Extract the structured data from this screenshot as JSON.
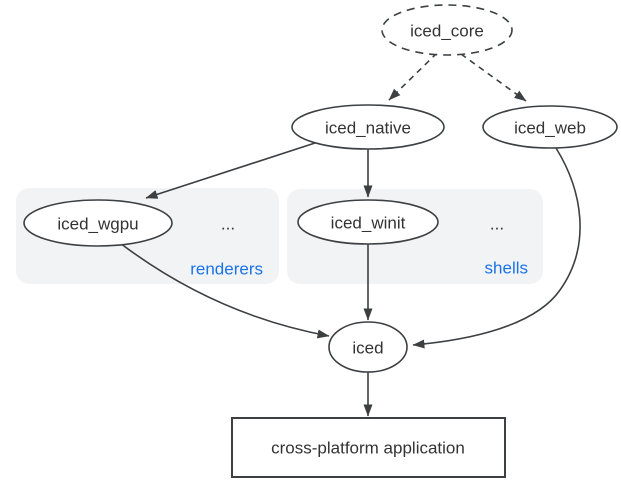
{
  "diagram": {
    "nodes": {
      "iced_core": {
        "label": "iced_core",
        "shape": "ellipse",
        "border": "dashed"
      },
      "iced_native": {
        "label": "iced_native",
        "shape": "ellipse",
        "border": "solid"
      },
      "iced_web": {
        "label": "iced_web",
        "shape": "ellipse",
        "border": "solid"
      },
      "iced_wgpu": {
        "label": "iced_wgpu",
        "shape": "ellipse",
        "border": "solid",
        "group": "renderers"
      },
      "iced_winit": {
        "label": "iced_winit",
        "shape": "ellipse",
        "border": "solid",
        "group": "shells"
      },
      "iced": {
        "label": "iced",
        "shape": "ellipse",
        "border": "solid"
      },
      "app": {
        "label": "cross-platform application",
        "shape": "rectangle",
        "border": "solid"
      }
    },
    "groups": {
      "renderers": {
        "label": "renderers",
        "ellipsis": "..."
      },
      "shells": {
        "label": "shells",
        "ellipsis": "..."
      }
    },
    "edges": [
      {
        "from": "iced_core",
        "to": "iced_native",
        "style": "dashed"
      },
      {
        "from": "iced_core",
        "to": "iced_web",
        "style": "dashed"
      },
      {
        "from": "iced_native",
        "to": "iced_wgpu",
        "style": "solid"
      },
      {
        "from": "iced_native",
        "to": "iced_winit",
        "style": "solid"
      },
      {
        "from": "iced_wgpu",
        "to": "iced",
        "style": "solid"
      },
      {
        "from": "iced_winit",
        "to": "iced",
        "style": "solid"
      },
      {
        "from": "iced_web",
        "to": "iced",
        "style": "solid"
      },
      {
        "from": "iced",
        "to": "app",
        "style": "solid"
      }
    ],
    "colors": {
      "stroke": "#3c4043",
      "text": "#333333",
      "group_bg": "#f2f3f5",
      "group_label": "#1a73e8",
      "canvas_bg": "#ffffff"
    }
  }
}
